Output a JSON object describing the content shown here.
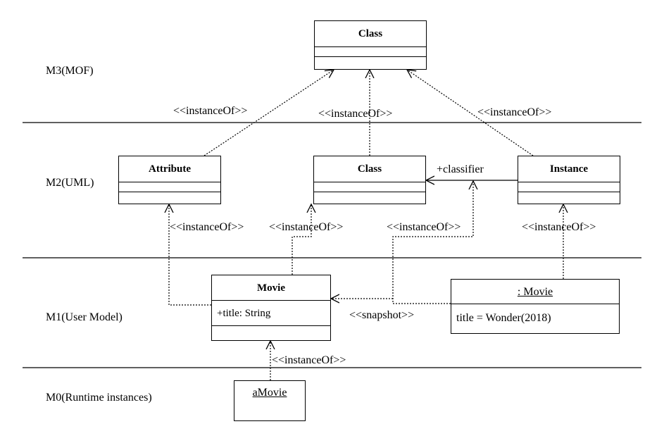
{
  "layers": {
    "m3": "M3(MOF)",
    "m2": "M2(UML)",
    "m1": "M1(User Model)",
    "m0": "M0(Runtime instances)"
  },
  "classes": {
    "mof_class": {
      "name": "Class"
    },
    "attribute": {
      "name": "Attribute"
    },
    "uml_class": {
      "name": "Class"
    },
    "instance": {
      "name": "Instance"
    },
    "movie": {
      "name": "Movie",
      "attribute": "+title: String"
    }
  },
  "objects": {
    "movie_instance": {
      "name": ": Movie",
      "slot": "title = Wonder(2018)"
    },
    "a_movie": {
      "name": "aMovie"
    }
  },
  "labels": {
    "instance_of_attribute_m3": "<<instanceOf>>",
    "instance_of_class_m3": "<<instanceOf>>",
    "instance_of_instance_m3": "<<instanceOf>>",
    "classifier": "+classifier",
    "instance_of_movie_attr": "<<instanceOf>>",
    "instance_of_movie_class": "<<instanceOf>>",
    "instance_of_movie_instance": "<<instanceOf>>",
    "instance_of_movie_obj": "<<instanceOf>>",
    "snapshot": "<<snapshot>>",
    "instance_of_amovie": "<<instanceOf>>"
  }
}
